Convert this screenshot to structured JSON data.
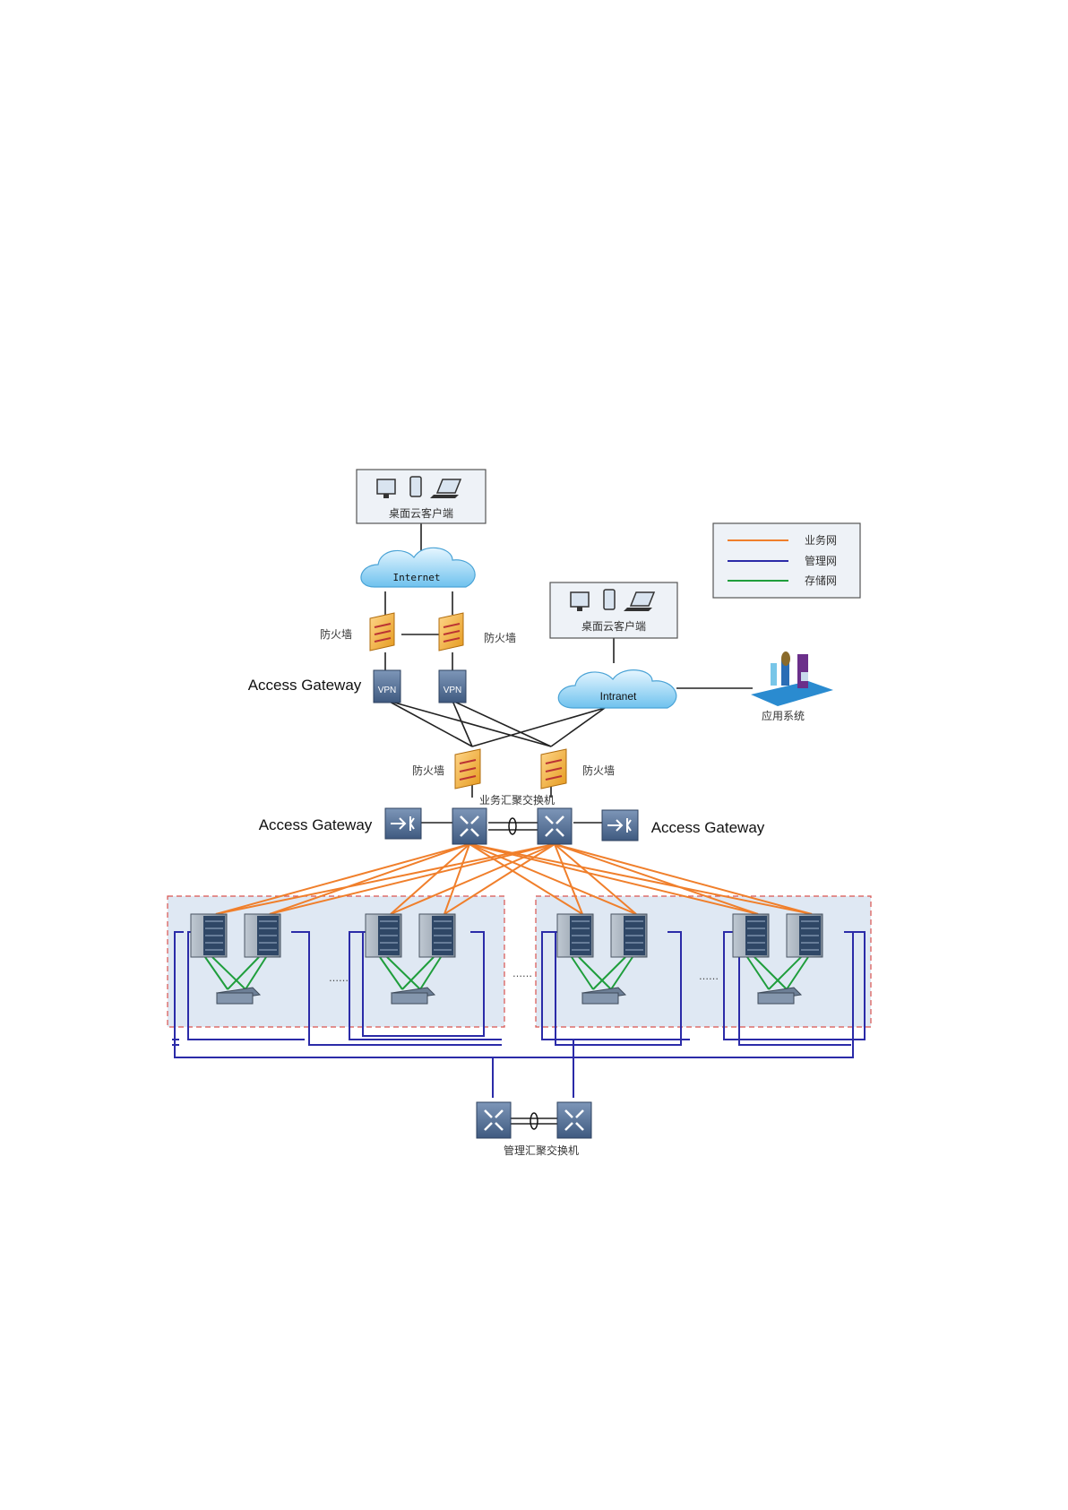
{
  "clients_top": {
    "label": "桌面云客户端"
  },
  "clients_right": {
    "label": "桌面云客户端"
  },
  "internet": {
    "label": "Internet"
  },
  "intranet": {
    "label": "Intranet"
  },
  "app_system": {
    "label": "应用系统"
  },
  "firewalls_top": {
    "left_label": "防火墙",
    "right_label": "防火墙"
  },
  "vpn": {
    "label": "VPN"
  },
  "access_gateway": {
    "label": "Access Gateway"
  },
  "firewalls_core": {
    "left_label": "防火墙",
    "right_label": "防火墙"
  },
  "core_switch": {
    "label": "业务汇聚交换机"
  },
  "mgmt_switch": {
    "label": "管理汇聚交换机"
  },
  "ellipsis": "……",
  "legend": {
    "items": [
      {
        "label": "业务网",
        "color": "#f07f2b"
      },
      {
        "label": "管理网",
        "color": "#2b2ba8"
      },
      {
        "label": "存储网",
        "color": "#1f9e3c"
      }
    ]
  },
  "colors": {
    "business": "#f07f2b",
    "management": "#2b2ba8",
    "storage": "#1f9e3c"
  }
}
